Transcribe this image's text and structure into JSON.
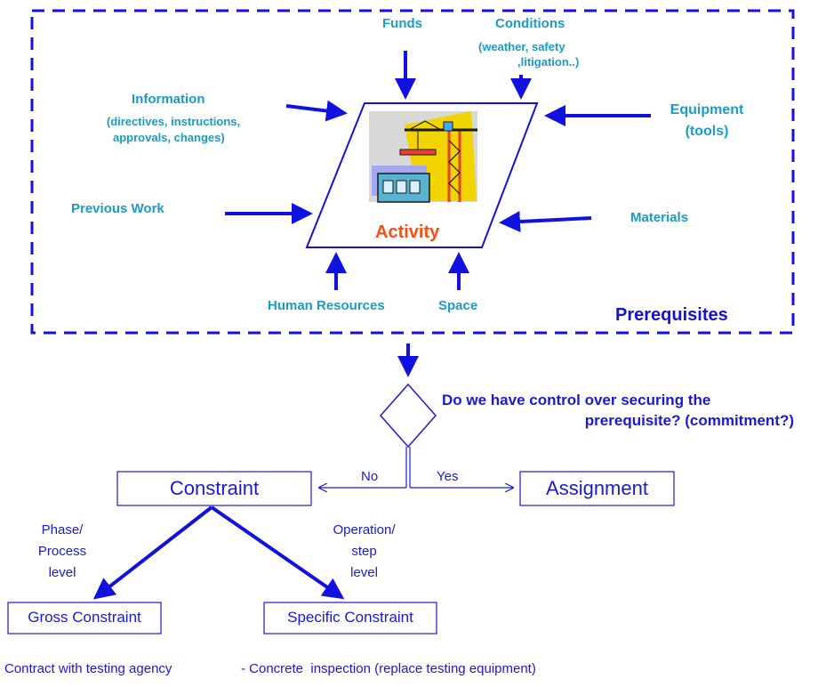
{
  "prerequisites": {
    "title": "Prerequisites",
    "funds": "Funds",
    "conditions": "Conditions",
    "conditions_detail_1": "(weather, safety",
    "conditions_detail_2": ",litigation..)",
    "information": "Information",
    "information_detail_1": "(directives, instructions,",
    "information_detail_2": "approvals, changes)",
    "equipment_1": "Equipment",
    "equipment_2": "(tools)",
    "previous_work": "Previous Work",
    "materials": "Materials",
    "human_resources": "Human Resources",
    "space": "Space"
  },
  "activity": {
    "label": "Activity"
  },
  "decision": {
    "question_1": "Do we have control over securing the",
    "question_2": "prerequisite? (commitment?)",
    "no_label": "No",
    "yes_label": "Yes"
  },
  "constraint": {
    "label": "Constraint"
  },
  "assignment": {
    "label": "Assignment"
  },
  "gross": {
    "label": "Gross Constraint",
    "level_1": "Phase/",
    "level_2": "Process",
    "level_3": "level"
  },
  "specific": {
    "label": "Specific Constraint",
    "level_1": "Operation/",
    "level_2": "step",
    "level_3": "level"
  },
  "examples": {
    "gross_example": "Contract with testing agency",
    "specific_example": "- Concrete  inspection (replace testing equipment)"
  },
  "colors": {
    "arrow_blue": "#1212e0",
    "label_teal": "#1b9cc4",
    "box_blue": "#1a1ad6",
    "activity_red": "#ff4a12"
  }
}
